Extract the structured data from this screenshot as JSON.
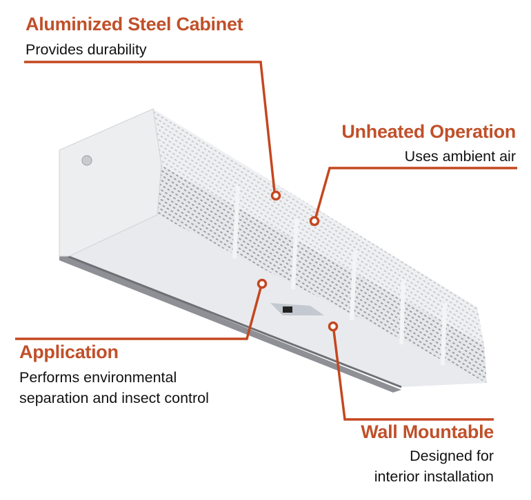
{
  "colors": {
    "accent": "#c4471f",
    "title": "#c0502a",
    "text": "#111111"
  },
  "callouts": [
    {
      "title": "Aluminized Steel Cabinet",
      "lines": [
        "Provides durability"
      ]
    },
    {
      "title": "Unheated Operation",
      "lines": [
        "Uses ambient air"
      ]
    },
    {
      "title": "Application",
      "lines": [
        "Performs environmental",
        "separation and insect control"
      ]
    },
    {
      "title": "Wall Mountable",
      "lines": [
        "Designed for",
        "interior installation"
      ]
    }
  ]
}
